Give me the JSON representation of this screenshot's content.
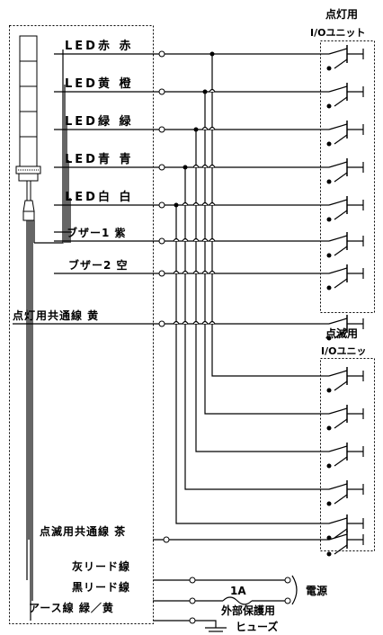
{
  "wires": [
    {
      "label": "LED赤 赤"
    },
    {
      "label": "LED黄 橙"
    },
    {
      "label": "LED緑 緑"
    },
    {
      "label": "LED青 青"
    },
    {
      "label": "LED白 白"
    },
    {
      "label": "ブザー1 紫"
    },
    {
      "label": "ブザー2 空"
    },
    {
      "label": "点灯用共通線 黄"
    },
    {
      "label": "点滅用共通線 茶"
    },
    {
      "label": "灰リード線"
    },
    {
      "label": "黒リード線"
    },
    {
      "label": "アース線 緑／黄"
    }
  ],
  "units": {
    "lighting": {
      "line1": "点灯用",
      "line2": "I/Oユニット"
    },
    "flashing": {
      "line1": "点滅用",
      "line2": "I/Oユニッ"
    }
  },
  "power": {
    "fuse_rating": "1A",
    "label": "電源",
    "fuse_label_line1": "外部保護用",
    "fuse_label_line2": "ヒューズ"
  }
}
